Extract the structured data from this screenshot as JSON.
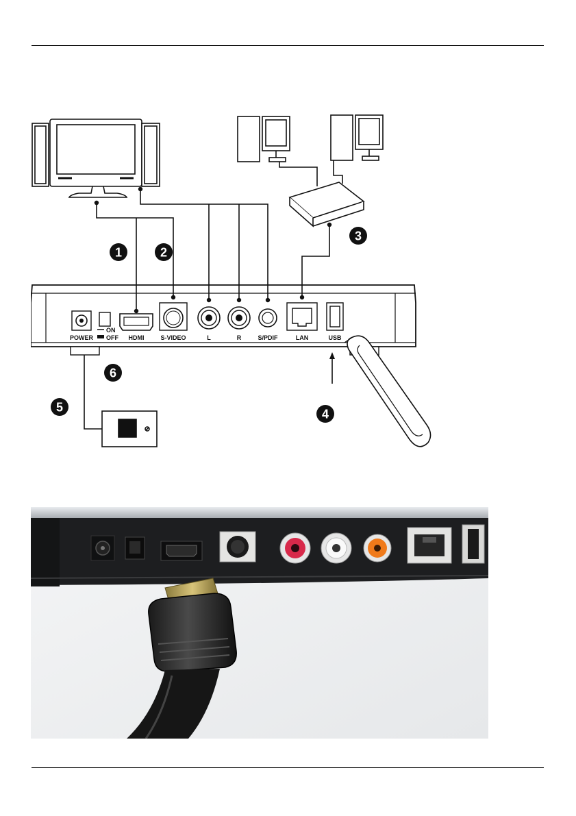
{
  "diagram": {
    "ports": [
      {
        "key": "power",
        "label": "POWER"
      },
      {
        "key": "on",
        "label": "ON"
      },
      {
        "key": "off",
        "label": "OFF"
      },
      {
        "key": "hdmi",
        "label": "HDMI"
      },
      {
        "key": "svideo",
        "label": "S-VIDEO"
      },
      {
        "key": "audio_l",
        "label": "L"
      },
      {
        "key": "audio_r",
        "label": "R"
      },
      {
        "key": "spdif",
        "label": "S/PDIF"
      },
      {
        "key": "lan",
        "label": "LAN"
      },
      {
        "key": "usb",
        "label": "USB"
      }
    ],
    "callouts": [
      "1",
      "2",
      "3",
      "4",
      "5",
      "6"
    ]
  },
  "colors": {
    "line": "#111111",
    "callout_bg": "#111111",
    "device_dark": "#1c1c1e",
    "photo_bg": "#eef0f2",
    "rca_red": "#d8294a",
    "rca_white": "#f2f2f2",
    "rca_orange": "#f07a1a"
  }
}
